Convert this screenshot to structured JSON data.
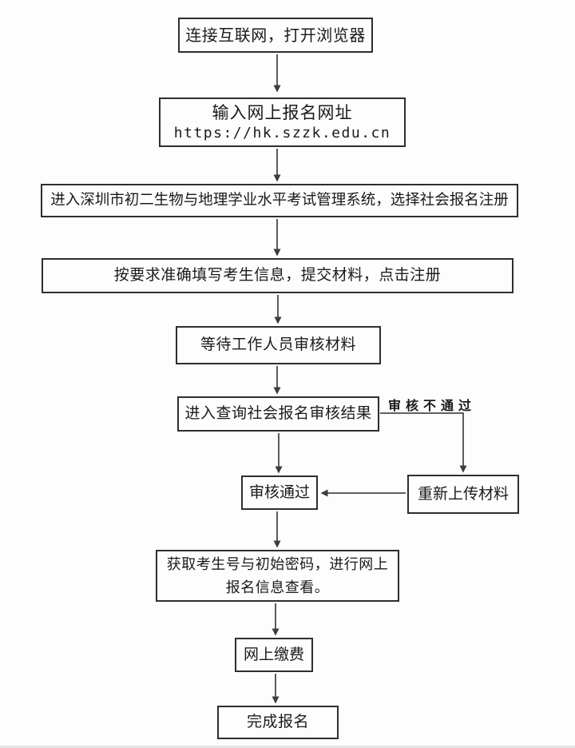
{
  "flowchart": {
    "nodes": {
      "connect": {
        "label": "连接互联网，打开浏览器"
      },
      "url": {
        "label": "输入网上报名网址",
        "address": "https://hk.szzk.edu.cn"
      },
      "system": {
        "label": "进入深圳市初二生物与地理学业水平考试管理系统，选择社会报名注册"
      },
      "fill_info": {
        "label": "按要求准确填写考生信息，提交材料，点击注册"
      },
      "wait_review": {
        "label": "等待工作人员审核材料"
      },
      "query_result": {
        "label": "进入查询社会报名审核结果"
      },
      "review_pass": {
        "label": "审核通过"
      },
      "reupload": {
        "label": "重新上传材料"
      },
      "get_id": {
        "label": "获取考生号与初始密码，进行网上报名信息查看。"
      },
      "pay": {
        "label": "网上缴费"
      },
      "complete": {
        "label": "完成报名"
      }
    },
    "edge_labels": {
      "review_fail": "审核不通过"
    },
    "edges": [
      {
        "from": "connect",
        "to": "url"
      },
      {
        "from": "url",
        "to": "system"
      },
      {
        "from": "system",
        "to": "fill_info"
      },
      {
        "from": "fill_info",
        "to": "wait_review"
      },
      {
        "from": "wait_review",
        "to": "query_result"
      },
      {
        "from": "query_result",
        "to": "review_pass"
      },
      {
        "from": "query_result",
        "to": "reupload",
        "label": "审核不通过"
      },
      {
        "from": "reupload",
        "to": "review_pass"
      },
      {
        "from": "review_pass",
        "to": "get_id"
      },
      {
        "from": "get_id",
        "to": "pay"
      },
      {
        "from": "pay",
        "to": "complete"
      }
    ],
    "colors": {
      "line": "#4a4a4a",
      "border": "#2e2e2e",
      "text": "#1a1a1a",
      "background": "#fdfdfd"
    }
  }
}
